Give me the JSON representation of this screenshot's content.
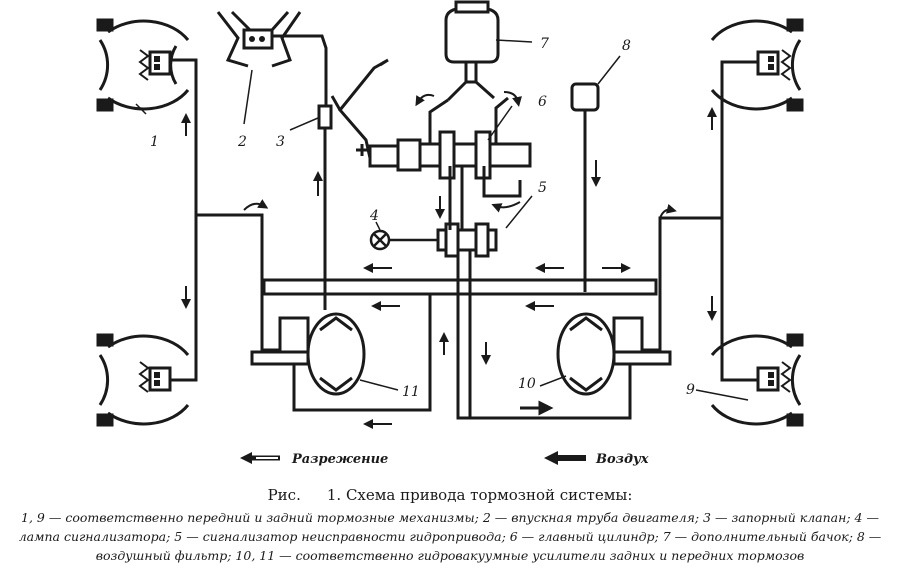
{
  "callouts": {
    "c1": "1",
    "c2": "2",
    "c3": "3",
    "c4": "4",
    "c5": "5",
    "c6": "6",
    "c7": "7",
    "c8": "8",
    "c9": "9",
    "c10": "10",
    "c11": "11"
  },
  "legend": {
    "vacuum": "Разрежение",
    "air": "Воздух"
  },
  "caption": {
    "fig_label": "Рис.",
    "title": "1. Схема привода тормозной системы:",
    "body": "1, 9 — соответственно передний и задний тормозные механизмы; 2 — впускная труба двигателя; 3 — запорный клапан; 4 — лампа сигнализатора; 5 — сигнализатор неисправности гидропривода; 6 — главный цилиндр; 7 — дополнительный бачок; 8 — воздушный фильтр; 10, 11 — соответственно гидровакуумные усилители задних и передних тормозов"
  }
}
